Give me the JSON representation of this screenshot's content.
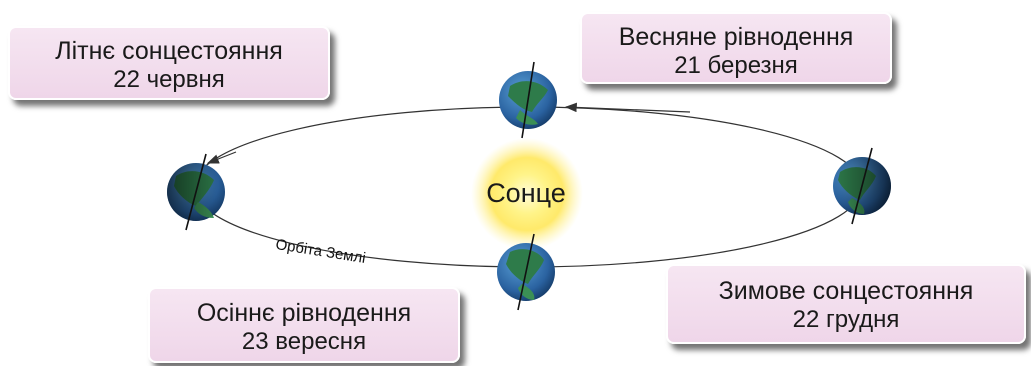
{
  "sun": {
    "label": "Сонце"
  },
  "orbit": {
    "label": "Орбіта Землі"
  },
  "positions": {
    "summer": {
      "title": "Літнє сонцестояння",
      "date": "22 червня"
    },
    "spring": {
      "title": "Весняне рівнодення",
      "date": "21 березня"
    },
    "autumn": {
      "title": "Осіннє рівнодення",
      "date": "23 вересня"
    },
    "winter": {
      "title": "Зимове сонцестояння",
      "date": "22 грудня"
    }
  },
  "colors": {
    "orbit_line": "#333333",
    "sun_core": "#ffe55a",
    "sun_glow": "#fff6b0",
    "ocean": "#2f6fa8",
    "land": "#2e7b4a",
    "box_fill": "#f2dcec"
  }
}
